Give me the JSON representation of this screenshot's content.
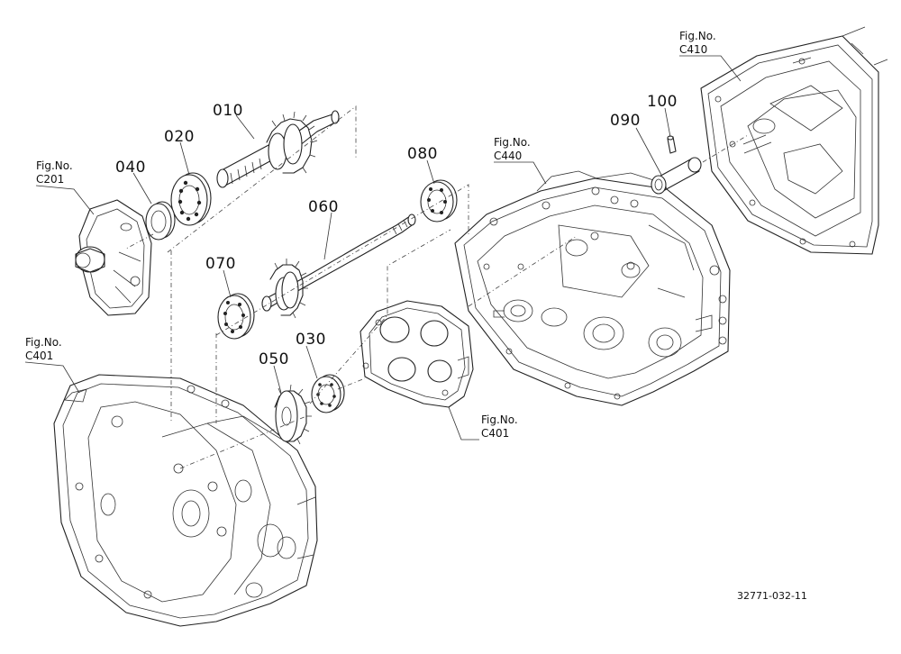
{
  "parts": [
    {
      "id": "010",
      "label": "010"
    },
    {
      "id": "020",
      "label": "020"
    },
    {
      "id": "030",
      "label": "030"
    },
    {
      "id": "040",
      "label": "040"
    },
    {
      "id": "050",
      "label": "050"
    },
    {
      "id": "060",
      "label": "060"
    },
    {
      "id": "070",
      "label": "070"
    },
    {
      "id": "080",
      "label": "080"
    },
    {
      "id": "090",
      "label": "090"
    },
    {
      "id": "100",
      "label": "100"
    }
  ],
  "figure_refs": [
    {
      "line1": "Fig.No.",
      "line2": "C201"
    },
    {
      "line1": "Fig.No.",
      "line2": "C401"
    },
    {
      "line1": "Fig.No.",
      "line2": "C401"
    },
    {
      "line1": "Fig.No.",
      "line2": "C440"
    },
    {
      "line1": "Fig.No.",
      "line2": "C410"
    }
  ],
  "drawing_id": "32771-032-11"
}
